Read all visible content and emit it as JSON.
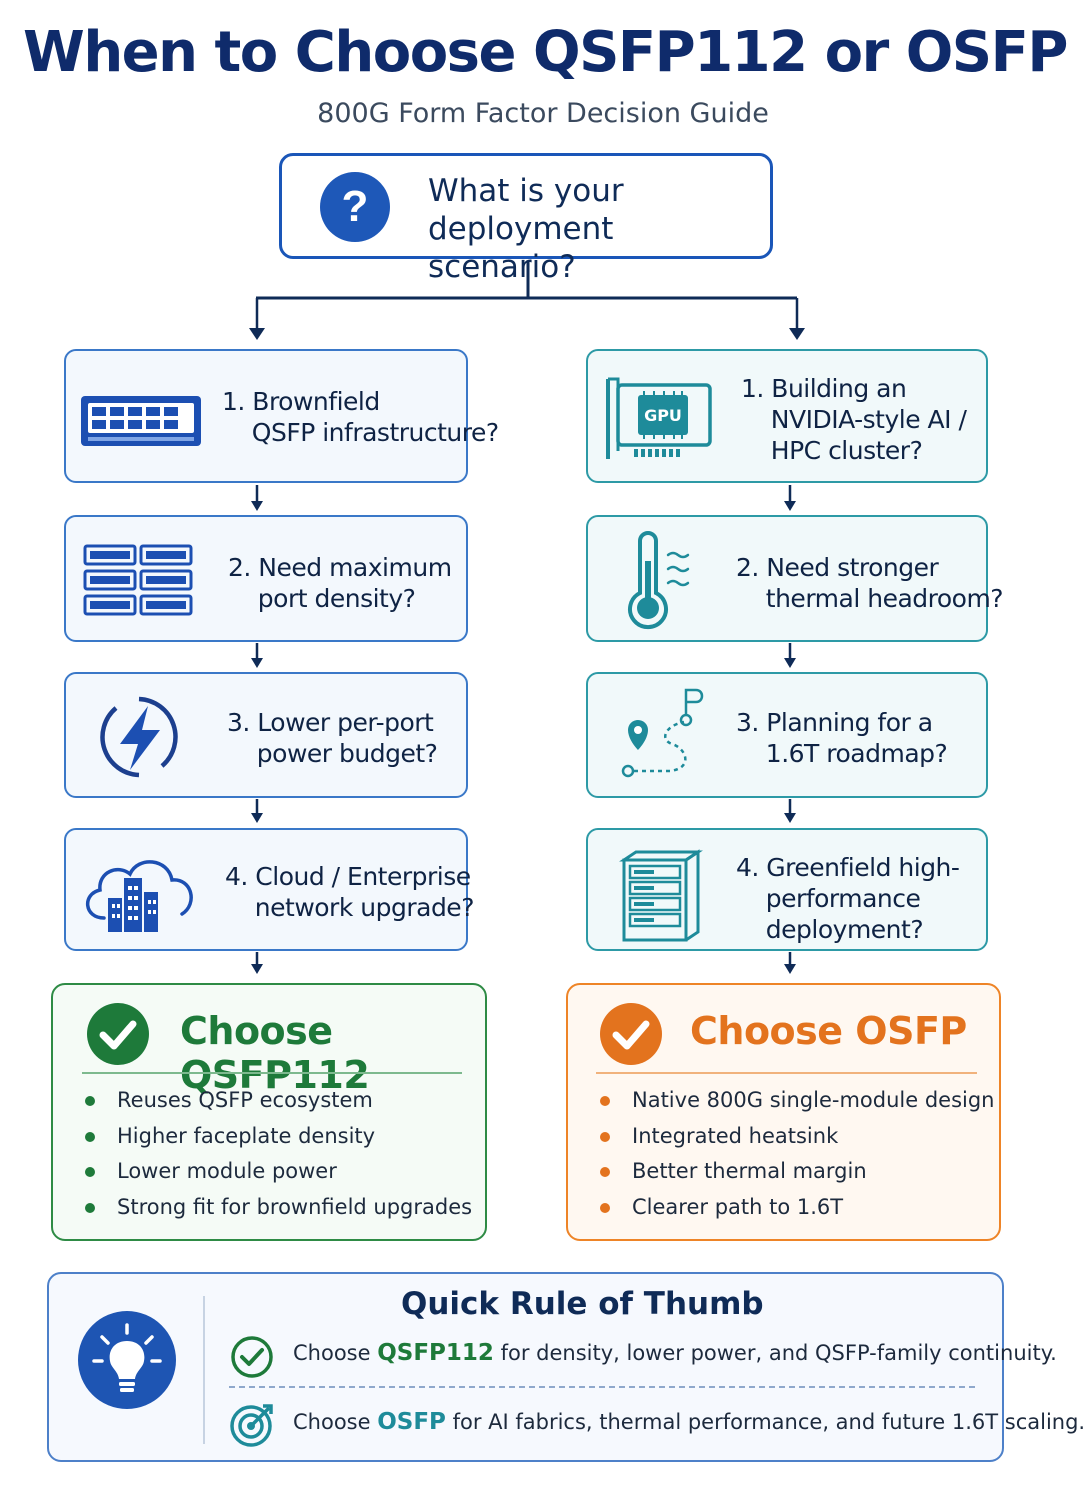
{
  "title": "When to Choose QSFP112 or OSFP",
  "subtitle": "800G Form Factor Decision Guide",
  "question": {
    "icon": "question-icon",
    "line1": "What is your",
    "line2": "deployment scenario?"
  },
  "left_steps": [
    {
      "text": "1. Brownfield\n    QSFP infrastructure?",
      "icon": "switch-icon"
    },
    {
      "text": "2. Need maximum\n    port density?",
      "icon": "port-grid-icon"
    },
    {
      "text": "3. Lower per-port\n    power budget?",
      "icon": "lightning-icon"
    },
    {
      "text": "4. Cloud / Enterprise\n    network upgrade?",
      "icon": "cloud-building-icon"
    }
  ],
  "right_steps": [
    {
      "text": "1. Building an\n    NVIDIA-style AI /\n    HPC cluster?",
      "icon": "gpu-card-icon",
      "gpu_label": "GPU"
    },
    {
      "text": "2. Need stronger\n    thermal headroom?",
      "icon": "thermometer-icon"
    },
    {
      "text": "3. Planning for a\n    1.6T roadmap?",
      "icon": "roadmap-pin-icon"
    },
    {
      "text": "4. Greenfield high-\n    performance\n    deployment?",
      "icon": "server-rack-icon"
    }
  ],
  "result_qsfp": {
    "title": "Choose QSFP112",
    "color": "#1e7a3a",
    "bullets": [
      "Reuses QSFP ecosystem",
      "Higher faceplate density",
      "Lower module power",
      "Strong fit for brownfield upgrades"
    ]
  },
  "result_osfp": {
    "title": "Choose OSFP",
    "color": "#e3731e",
    "bullets": [
      "Native 800G single-module design",
      "Integrated heatsink",
      "Better thermal margin",
      "Clearer path to 1.6T"
    ]
  },
  "thumb": {
    "title": "Quick Rule of Thumb",
    "row1": {
      "prefix": "Choose ",
      "keyword": "QSFP112",
      "suffix": " for density, lower power, and QSFP-family continuity."
    },
    "row2": {
      "prefix": "Choose ",
      "keyword": "OSFP",
      "suffix": " for AI fabrics, thermal performance, and future 1.6T scaling."
    }
  }
}
